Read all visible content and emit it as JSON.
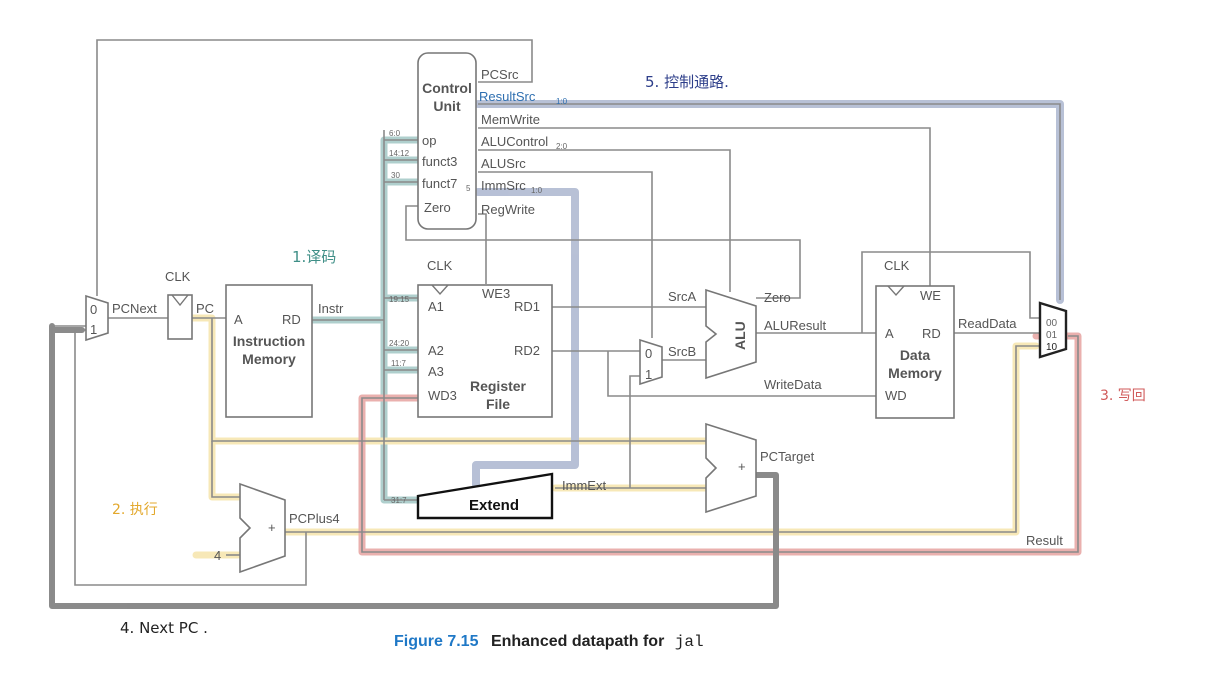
{
  "control_unit": {
    "title_line1": "Control",
    "title_line2": "Unit",
    "inputs": {
      "op": "op",
      "funct3": "funct3",
      "funct7": "funct7",
      "funct7_sub": "5",
      "zero": "Zero"
    },
    "outputs": {
      "pcsrc": "PCSrc",
      "resultsrc": "ResultSrc",
      "resultsrc_sub": "1:0",
      "memwrite": "MemWrite",
      "alucontrol": "ALUControl",
      "alucontrol_sub": "2:0",
      "alusrc": "ALUSrc",
      "immsrc": "ImmSrc",
      "immsrc_sub": "1:0",
      "regwrite": "RegWrite"
    }
  },
  "bit_fields": {
    "op": "6:0",
    "funct3": "14:12",
    "funct7": "30",
    "a1": "19:15",
    "a2": "24:20",
    "a3": "11:7",
    "imm": "31:7"
  },
  "pc_mux": {
    "in0": "0",
    "in1": "1"
  },
  "signals": {
    "pcnext": "PCNext",
    "clk": "CLK",
    "pc": "PC",
    "instr": "Instr",
    "srca": "SrcA",
    "srcb": "SrcB",
    "zero": "Zero",
    "aluresult": "ALUResult",
    "writedata": "WriteData",
    "readdata": "ReadData",
    "pctarget": "PCTarget",
    "immext": "ImmExt",
    "pcplus4": "PCPlus4",
    "result": "Result",
    "four": "4",
    "plus": "+"
  },
  "instr_mem": {
    "a": "A",
    "rd": "RD",
    "title_line1": "Instruction",
    "title_line2": "Memory"
  },
  "reg_file": {
    "we3": "WE3",
    "a1": "A1",
    "a2": "A2",
    "a3": "A3",
    "wd3": "WD3",
    "rd1": "RD1",
    "rd2": "RD2",
    "title_line1": "Register",
    "title_line2": "File"
  },
  "srcb_mux": {
    "in0": "0",
    "in1": "1"
  },
  "alu": {
    "label": "ALU"
  },
  "data_mem": {
    "we": "WE",
    "a": "A",
    "rd": "RD",
    "wd": "WD",
    "title_line1": "Data",
    "title_line2": "Memory"
  },
  "result_mux": {
    "in00": "00",
    "in01": "01",
    "in10": "10"
  },
  "extend": {
    "label": "Extend"
  },
  "annotations": {
    "decode": "1.译码",
    "execute": "2. 执行",
    "writeback": "3. 写回",
    "nextpc": "4.   Next  PC .",
    "control": "5. 控制通路."
  },
  "caption": {
    "figure": "Figure 7.15",
    "text": "Enhanced datapath for",
    "code": "jal"
  },
  "colors": {
    "teal": "#6fa8a6",
    "yellow": "#f2d77e",
    "red": "#d9716d",
    "slate": "#7d8eb5",
    "dark": "#2c2c2c",
    "blue_text": "#2f6fb0"
  }
}
